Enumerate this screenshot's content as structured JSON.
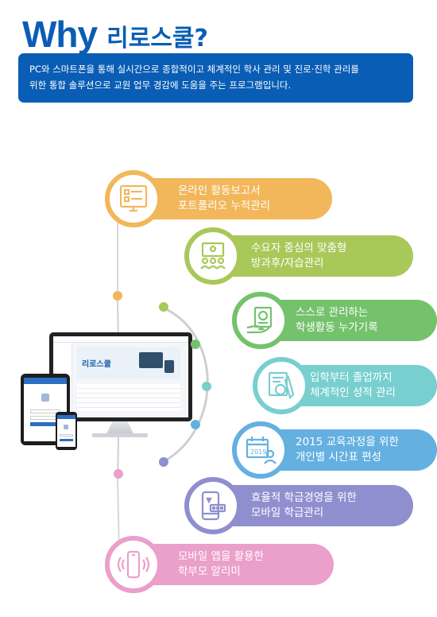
{
  "header": {
    "why": "Why",
    "name": "리로스쿨?"
  },
  "intro": {
    "line1": "PC와 스마트폰을 통해 실시간으로 종합적이고 체계적인 학사 관리 및 진로·진학 관리를",
    "line2": "위한 통합 솔루션으로 교원 업무 경감에 도움을 주는 프로그램입니다."
  },
  "colors": {
    "brand": "#0a5db5"
  },
  "device_screen": {
    "banner": "리로스쿨"
  },
  "features": [
    {
      "icon": "checklist-monitor-icon",
      "color": "#f2b75b",
      "line1": "온라인 활동보고서",
      "line2": "포트폴리오 누적관리"
    },
    {
      "icon": "group-presentation-icon",
      "color": "#a9c85a",
      "line1": "수요자 중심의 맞춤형",
      "line2": "방과후/자습관리"
    },
    {
      "icon": "hand-report-icon",
      "color": "#74c26c",
      "line1": "스스로 관리하는",
      "line2": "학생활동 누가기록"
    },
    {
      "icon": "grade-chart-icon",
      "color": "#79cfcf",
      "line1": "입학부터 졸업까지",
      "line2": "체계적인 성적 관리"
    },
    {
      "icon": "calendar-2015-icon",
      "color": "#64b0e0",
      "line1": "2015 교육과정을 위한",
      "line2": "개인별 시간표 편성"
    },
    {
      "icon": "mobile-class-icon",
      "color": "#8f8fd0",
      "line1": "효율적 학급경영을 위한",
      "line2": "모바일 학급관리"
    },
    {
      "icon": "phone-alert-icon",
      "color": "#eb9fcb",
      "line1": "모바일 앱을 활용한",
      "line2": "학부모 알리미"
    }
  ],
  "calendar_year": "2019"
}
